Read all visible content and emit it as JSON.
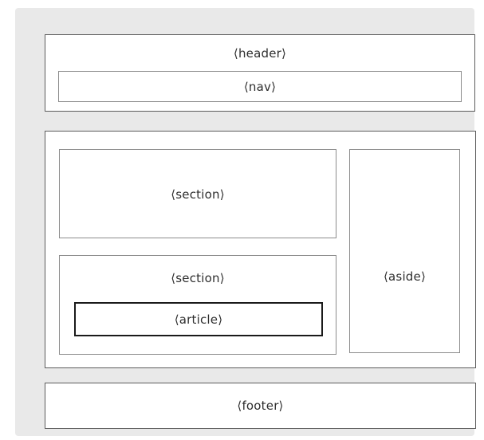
{
  "colors": {
    "page_bg": "#ffffff",
    "panel_bg": "#e9e9e9",
    "box_bg": "#ffffff",
    "outer_border": "#5c5c5c",
    "inner_border": "#8c8c8c",
    "article_border": "#1a1a1a",
    "label_text": "#2e2e2e"
  },
  "boxes": {
    "header": {
      "label": "⟨header⟩"
    },
    "nav": {
      "label": "⟨nav⟩"
    },
    "section_top": {
      "label": "⟨section⟩"
    },
    "section_bottom": {
      "label": "⟨section⟩"
    },
    "article": {
      "label": "⟨article⟩"
    },
    "aside": {
      "label": "⟨aside⟩"
    },
    "footer": {
      "label": "⟨footer⟩"
    }
  }
}
